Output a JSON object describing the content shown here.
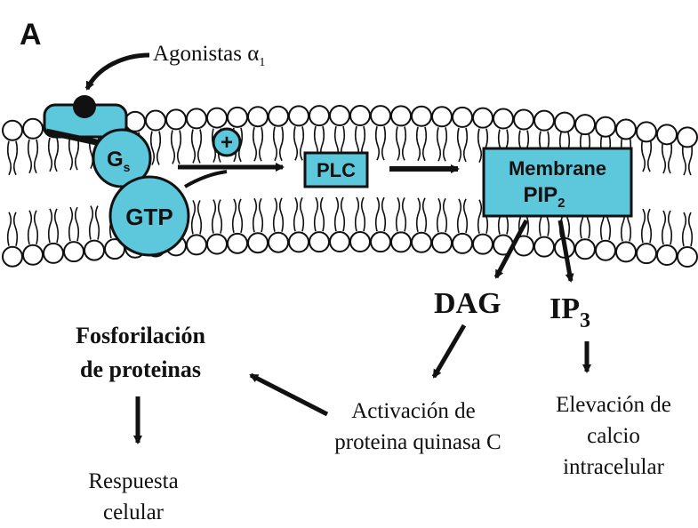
{
  "panel_label": "A",
  "agonist": {
    "label": "Agonistas α",
    "subscript": "1"
  },
  "membrane": {
    "gs_label": "G",
    "gs_subscript": "s",
    "gtp_label": "GTP",
    "plus_label": "+",
    "plc_label": "PLC",
    "pip2_line1": "Membrane",
    "pip2_line2": "PIP",
    "pip2_subscript": "2"
  },
  "products": {
    "dag": "DAG",
    "ip3": "IP",
    "ip3_subscript": "3"
  },
  "effects": {
    "pkc_line1": "Activación de",
    "pkc_line2": "proteina quinasa C",
    "ca_line1": "Elevación de",
    "ca_line2": "calcio",
    "ca_line3": "intracelular",
    "phos_line1": "Fosforilación",
    "phos_line2": "de proteinas",
    "resp_line1": "Respuesta",
    "resp_line2": "celular"
  },
  "colors": {
    "box_fill": "#5dc8dc",
    "ink": "#111111",
    "background": "#ffffff"
  }
}
